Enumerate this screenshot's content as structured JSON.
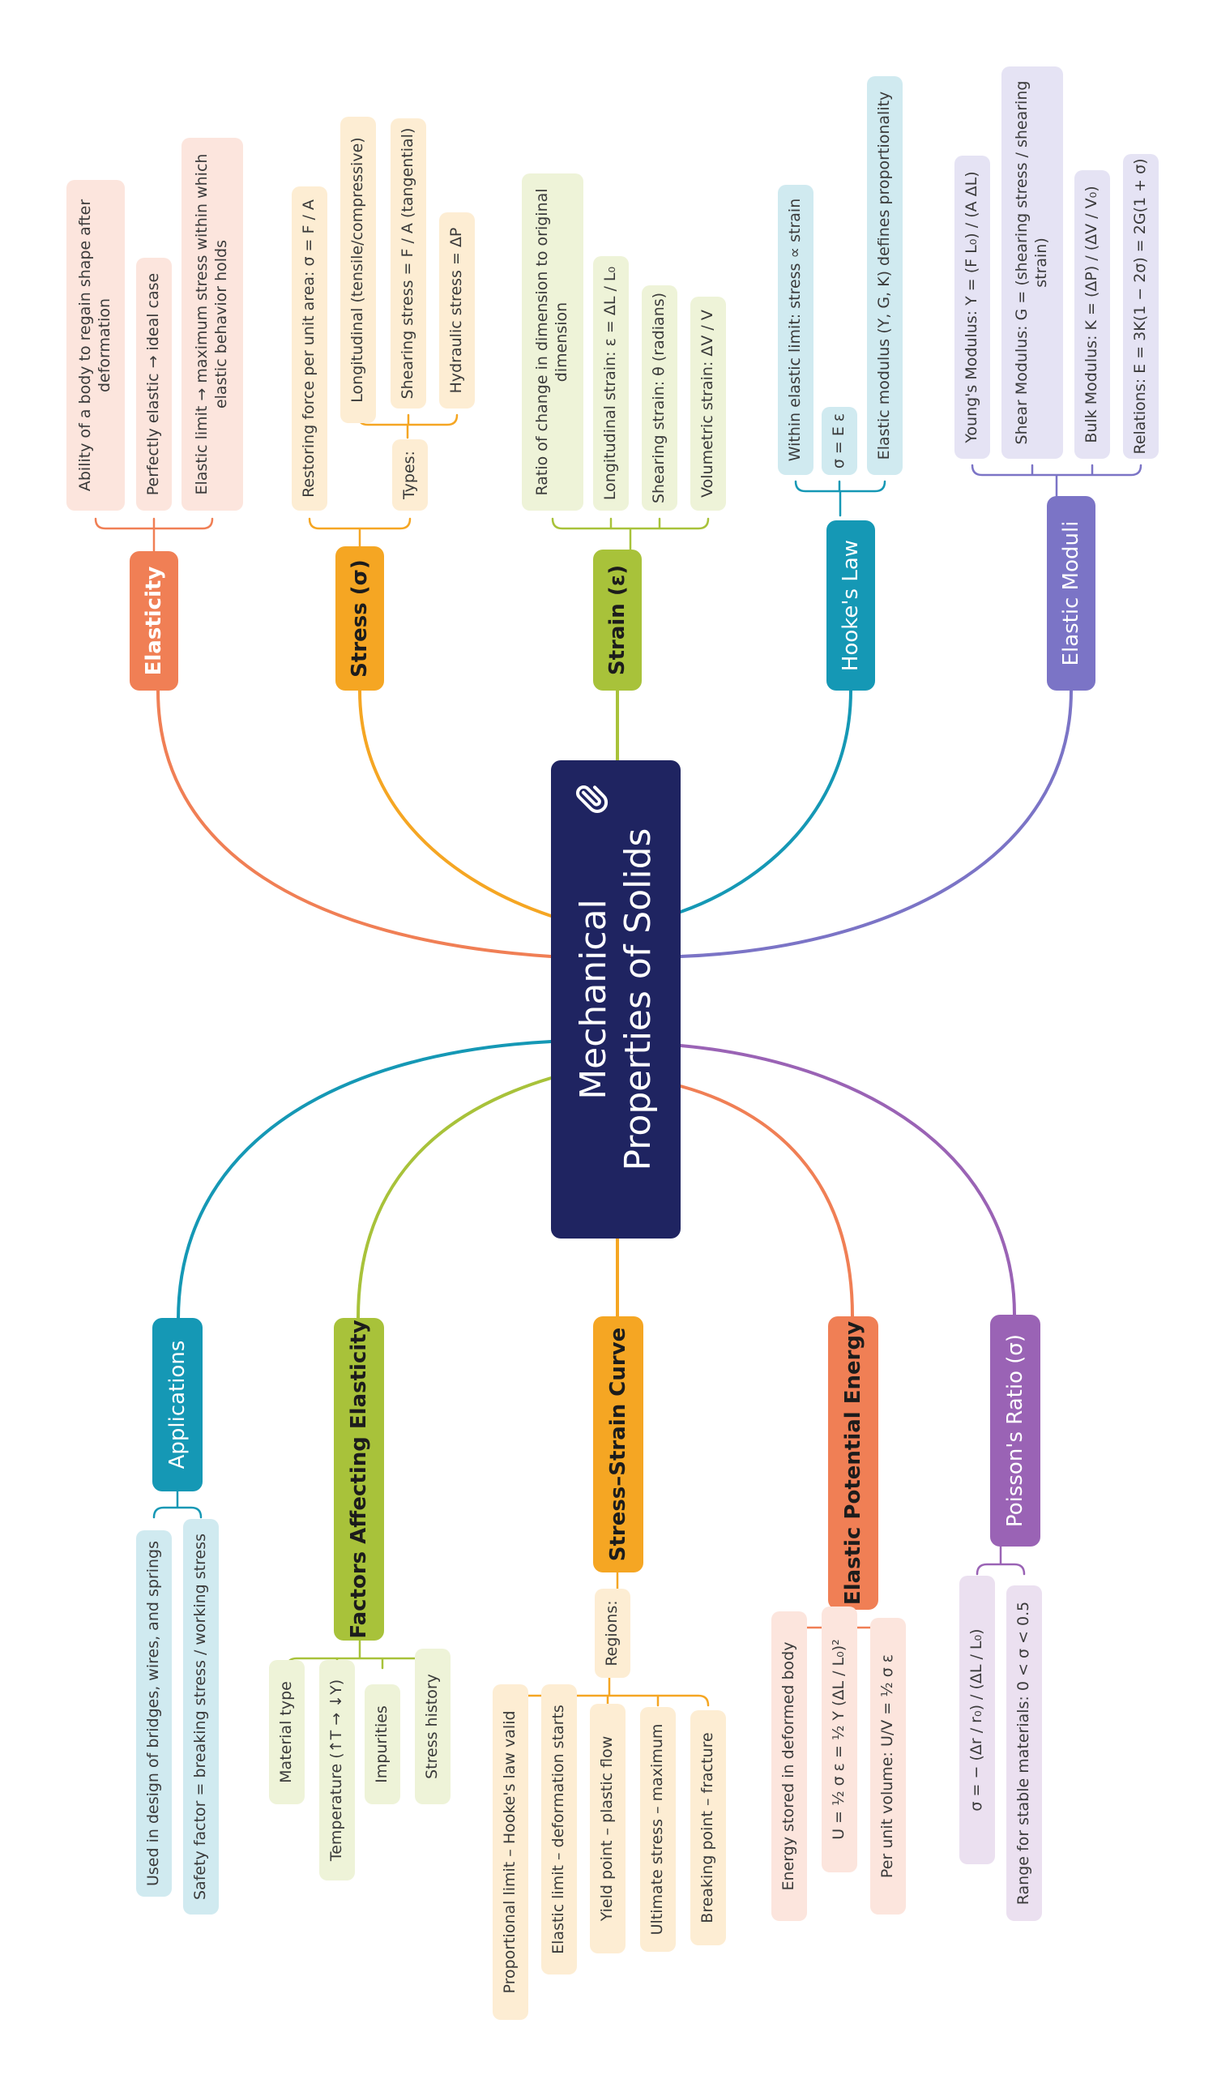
{
  "central": {
    "title_line1": "Mechanical",
    "title_line2": "Properties of Solids",
    "icon": "paperclip-icon"
  },
  "colors": {
    "central": "#1f2461",
    "elasticity": "#f07f55",
    "stress": "#f5a623",
    "strain": "#a8c23a",
    "hookes": "#1598b5",
    "moduli": "#7b74c6",
    "applications": "#1598b5",
    "factors": "#a8c23a",
    "curve": "#f5a623",
    "energy": "#f07f55",
    "poisson": "#9a63b5"
  },
  "branches": [
    {
      "id": "elasticity",
      "label": "Elasticity",
      "leaves": [
        "Ability of a body to regain shape after deformation",
        "Perfectly elastic → ideal case",
        "Elastic limit → maximum stress within which elastic behavior holds"
      ]
    },
    {
      "id": "stress",
      "label": "Stress (σ)",
      "leaves": [
        "Restoring force per unit area: σ = F / A",
        "Types:",
        "Longitudinal (tensile/compressive)",
        "Shearing stress = F / A (tangential)",
        "Hydraulic stress = ΔP"
      ]
    },
    {
      "id": "strain",
      "label": "Strain (ε)",
      "leaves": [
        "Ratio of change in dimension to original dimension",
        "Longitudinal strain: ε = ΔL / L₀",
        "Shearing strain: θ (radians)",
        "Volumetric strain: ΔV / V"
      ]
    },
    {
      "id": "hookes",
      "label": "Hooke's Law",
      "leaves": [
        "Within elastic limit: stress ∝ strain",
        "σ = E ε",
        "Elastic modulus (Y, G, K) defines proportionality"
      ]
    },
    {
      "id": "moduli",
      "label": "Elastic Moduli",
      "leaves": [
        "Young's Modulus: Y = (F L₀) / (A ΔL)",
        "Shear Modulus: G = (shearing stress / shearing strain)",
        "Bulk Modulus: K = (ΔP) / (ΔV / V₀)",
        "Relations: E = 3K(1 − 2σ) = 2G(1 + σ)"
      ]
    },
    {
      "id": "applications",
      "label": "Applications",
      "leaves": [
        "Used in design of bridges, wires, and springs",
        "Safety factor = breaking stress / working stress"
      ]
    },
    {
      "id": "factors",
      "label": "Factors Affecting Elasticity",
      "leaves": [
        "Material type",
        "Temperature (↑T → ↓Y)",
        "Impurities",
        "Stress history"
      ]
    },
    {
      "id": "curve",
      "label": "Stress–Strain Curve",
      "leaves": [
        "Regions:",
        "Proportional limit – Hooke's law valid",
        "Elastic limit – deformation starts",
        "Yield point – plastic flow",
        "Ultimate stress – maximum",
        "Breaking point – fracture"
      ]
    },
    {
      "id": "energy",
      "label": "Elastic Potential Energy",
      "leaves": [
        "Energy stored in deformed body",
        "U = ½ σ ε = ½ Y (ΔL / L₀)²",
        "Per unit volume: U/V = ½ σ ε"
      ]
    },
    {
      "id": "poisson",
      "label": "Poisson's Ratio (σ)",
      "leaves": [
        "σ = − (Δr / r₀) / (ΔL / L₀)",
        "Range for stable materials: 0 < σ < 0.5"
      ]
    }
  ]
}
